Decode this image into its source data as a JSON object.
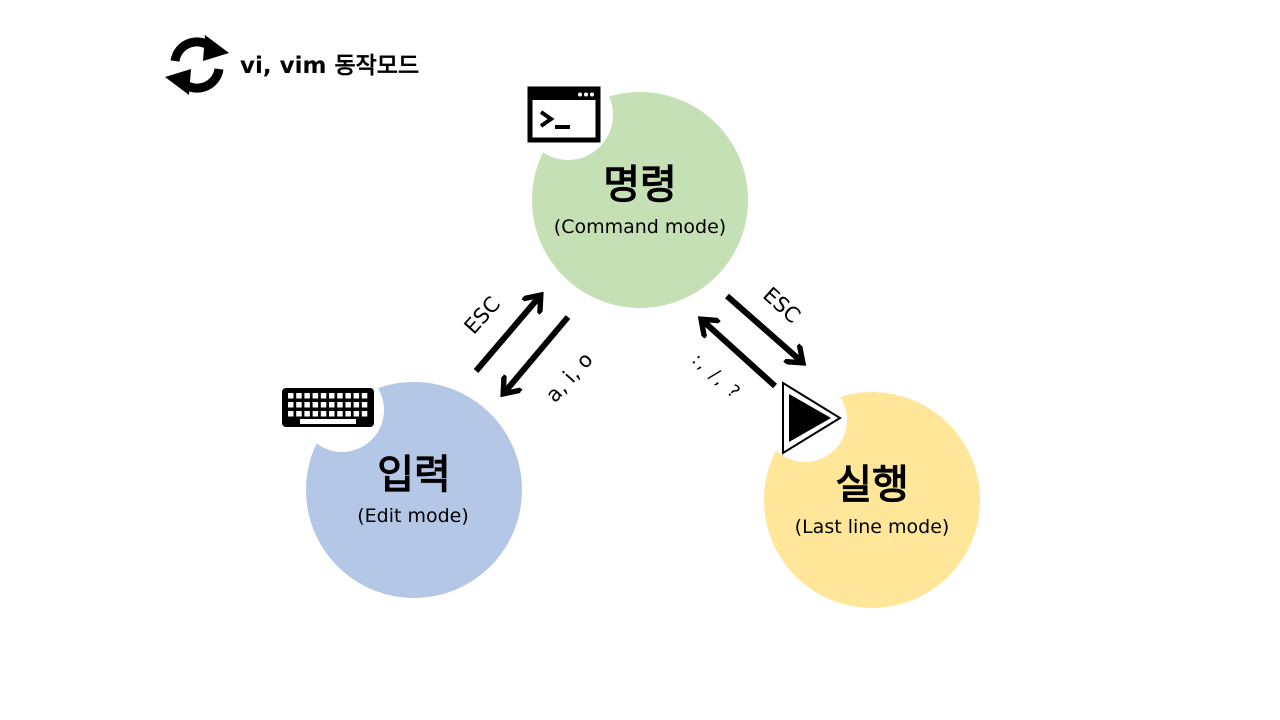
{
  "header": {
    "title": "vi, vim 동작모드",
    "icon": "refresh-icon"
  },
  "modes": {
    "command": {
      "title": "명령",
      "subtitle": "(Command mode)",
      "color": "#c5e0b4",
      "icon": "terminal-icon"
    },
    "edit": {
      "title": "입력",
      "subtitle": "(Edit mode)",
      "color": "#b4c7e7",
      "icon": "keyboard-icon"
    },
    "lastline": {
      "title": "실행",
      "subtitle": "(Last line mode)",
      "color": "#ffe699",
      "icon": "play-icon"
    }
  },
  "transitions": {
    "edit_to_command": "ESC",
    "command_to_edit": "a, i, o",
    "lastline_to_command": ":, /, ?",
    "command_to_lastline": "ESC"
  }
}
